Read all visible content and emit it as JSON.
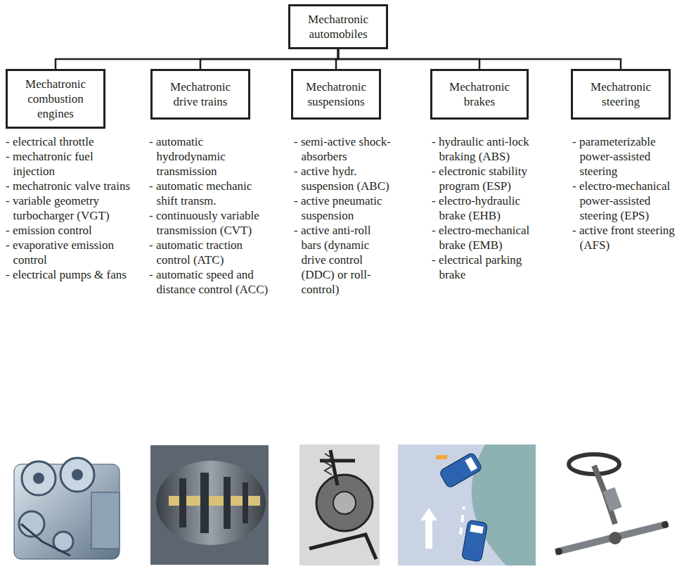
{
  "diagram": {
    "nodes": [
      {
        "text": [
          "Mechatronic automobiles"
        ]
      },
      {
        "text": [
          "Mechatronic combustion engines"
        ]
      },
      {
        "text": [
          "Mechatronic drive trains"
        ]
      },
      {
        "text": [
          "Mechatronic suspensions"
        ]
      },
      {
        "text": [
          "Mechatronic brakes"
        ]
      },
      {
        "text": [
          "Mechatronic steering"
        ]
      }
    ],
    "edges": [
      {
        "from": 0,
        "to": 1,
        "arrow": "none"
      },
      {
        "from": 0,
        "to": 2,
        "arrow": "none"
      },
      {
        "from": 0,
        "to": 3,
        "arrow": "none"
      },
      {
        "from": 0,
        "to": 4,
        "arrow": "none"
      },
      {
        "from": 0,
        "to": 5,
        "arrow": "none"
      }
    ],
    "labels": [
      "- electrical throttle",
      "- mechatronic fuel injection",
      "- mechatronic valve trains",
      "- variable geometry turbocharger (VGT)",
      "- emission control",
      "- evaporative emission control",
      "- electrical pumps & fans",
      "- automatic hydrodynamic transmission",
      "- automatic mechanic shift transm.",
      "- continuously variable transmission (CVT)",
      "- automatic traction control (ATC)",
      "- automatic speed and distance control (ACC)",
      "- semi-active shock-absorbers",
      "- active hydr. suspension (ABC)",
      "- active pneumatic suspension",
      "- active anti-roll bars (dynamic drive control (DDC) or roll-control)",
      "- hydraulic anti-lock braking (ABS)",
      "- electronic stability program (ESP)",
      "- electro-hydraulic brake (EHB)",
      "- electro-mechanical brake (EMB)",
      "- electrical parking brake",
      "- parameterizable power-assisted steering",
      "- electro-mechanical power-assisted steering (EPS)",
      "- active front steering (AFS)"
    ]
  }
}
